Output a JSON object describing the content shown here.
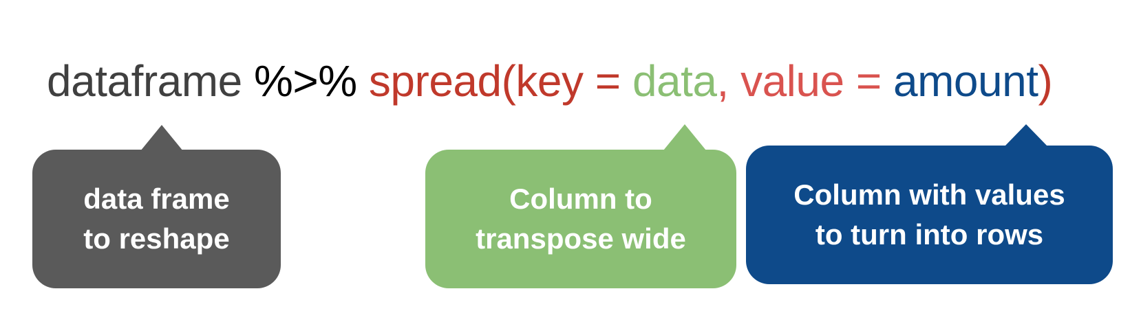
{
  "code": {
    "segments": [
      {
        "text": "dataframe ",
        "color": "#404040"
      },
      {
        "text": "%>% ",
        "color": "#000000"
      },
      {
        "text": "spread(key = ",
        "color": "#C0392B"
      },
      {
        "text": "data",
        "color": "#8BBF74"
      },
      {
        "text": ", value = ",
        "color": "#D9534F"
      },
      {
        "text": "amount",
        "color": "#0E4A8A"
      },
      {
        "text": ")",
        "color": "#C0392B"
      }
    ]
  },
  "callouts": [
    {
      "id": "dataframe",
      "line1": "data frame",
      "line2": "to reshape",
      "color": "#5A5A5A"
    },
    {
      "id": "key",
      "line1": "Column to",
      "line2": "transpose wide",
      "color": "#8BBF74"
    },
    {
      "id": "value",
      "line1": "Column with values",
      "line2": "to turn into rows",
      "color": "#0E4A8A"
    }
  ]
}
